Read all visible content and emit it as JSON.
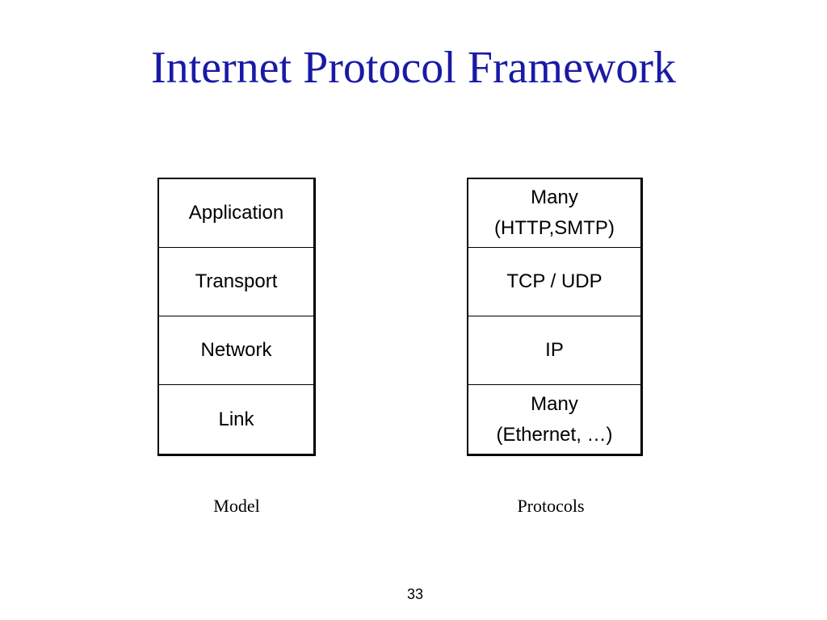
{
  "title": "Internet Protocol Framework",
  "colors": {
    "title": "#1a1aa6",
    "text": "#000000",
    "background": "#ffffff"
  },
  "model": {
    "caption": "Model",
    "layers": [
      {
        "lines": [
          "Application"
        ]
      },
      {
        "lines": [
          "Transport"
        ]
      },
      {
        "lines": [
          "Network"
        ]
      },
      {
        "lines": [
          "Link"
        ]
      }
    ]
  },
  "protocols": {
    "caption": "Protocols",
    "layers": [
      {
        "lines": [
          "Many",
          "(HTTP,SMTP)"
        ]
      },
      {
        "lines": [
          "TCP / UDP"
        ]
      },
      {
        "lines": [
          "IP"
        ]
      },
      {
        "lines": [
          "Many",
          "(Ethernet, …)"
        ]
      }
    ]
  },
  "page_number": "33"
}
